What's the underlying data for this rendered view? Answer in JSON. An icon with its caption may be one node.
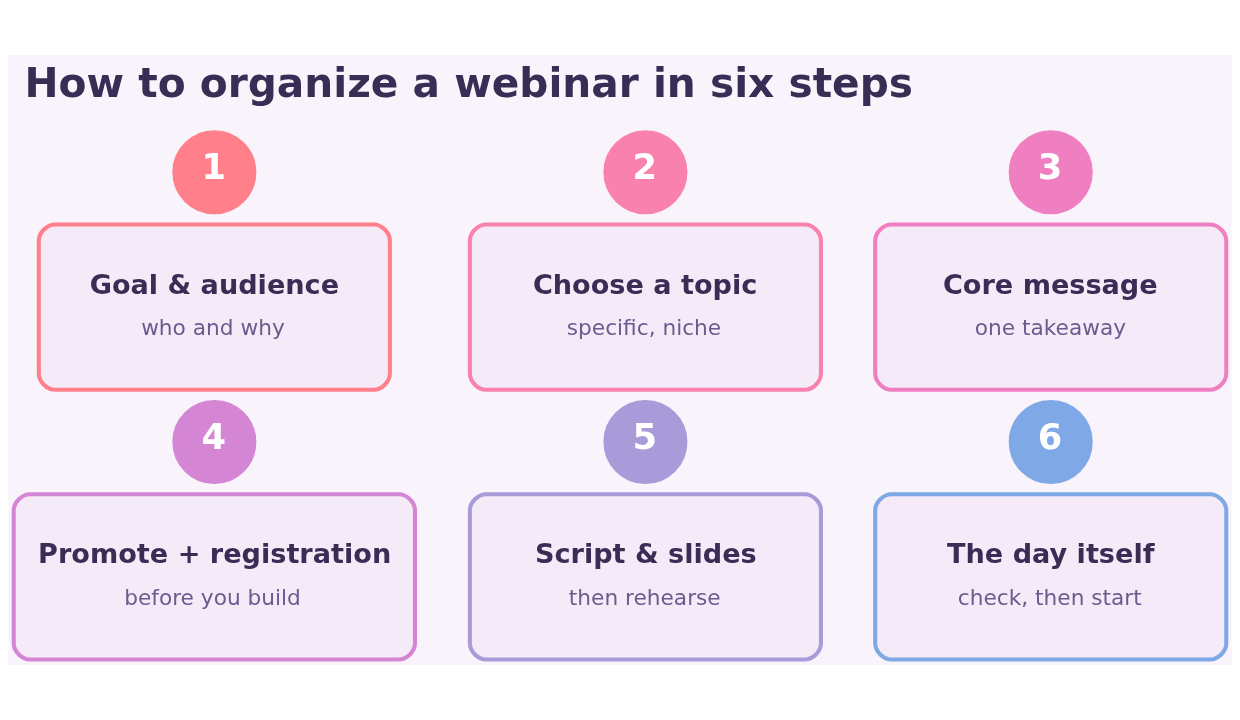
{
  "diagram": {
    "title": "How to organize a webinar in six steps",
    "nodes": [
      {
        "text": [
          "1"
        ]
      },
      {
        "text": [
          "Goal & audience",
          "who and why"
        ]
      },
      {
        "text": [
          "2"
        ]
      },
      {
        "text": [
          "Choose a topic",
          "specific, niche"
        ]
      },
      {
        "text": [
          "3"
        ]
      },
      {
        "text": [
          "Core message",
          "one takeaway"
        ]
      },
      {
        "text": [
          "4"
        ]
      },
      {
        "text": [
          "Promote + registration",
          "before you build"
        ]
      },
      {
        "text": [
          "5"
        ]
      },
      {
        "text": [
          "Script & slides",
          "then rehearse"
        ]
      },
      {
        "text": [
          "6"
        ]
      },
      {
        "text": [
          "The day itself",
          "check, then start"
        ]
      }
    ]
  }
}
